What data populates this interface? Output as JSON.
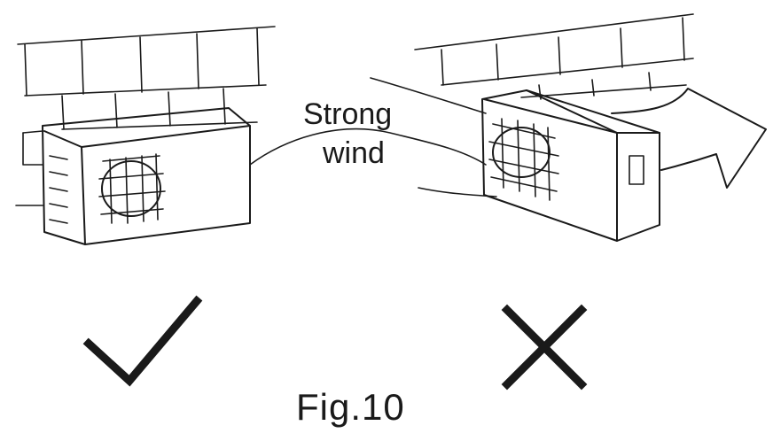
{
  "wind_label_line1": "Strong",
  "wind_label_line2": "wind",
  "caption": "Fig.10",
  "left_mark_icon": "checkmark-icon",
  "right_mark_icon": "cross-icon",
  "colors": {
    "ink": "#1a1a1a",
    "background": "#ffffff"
  }
}
